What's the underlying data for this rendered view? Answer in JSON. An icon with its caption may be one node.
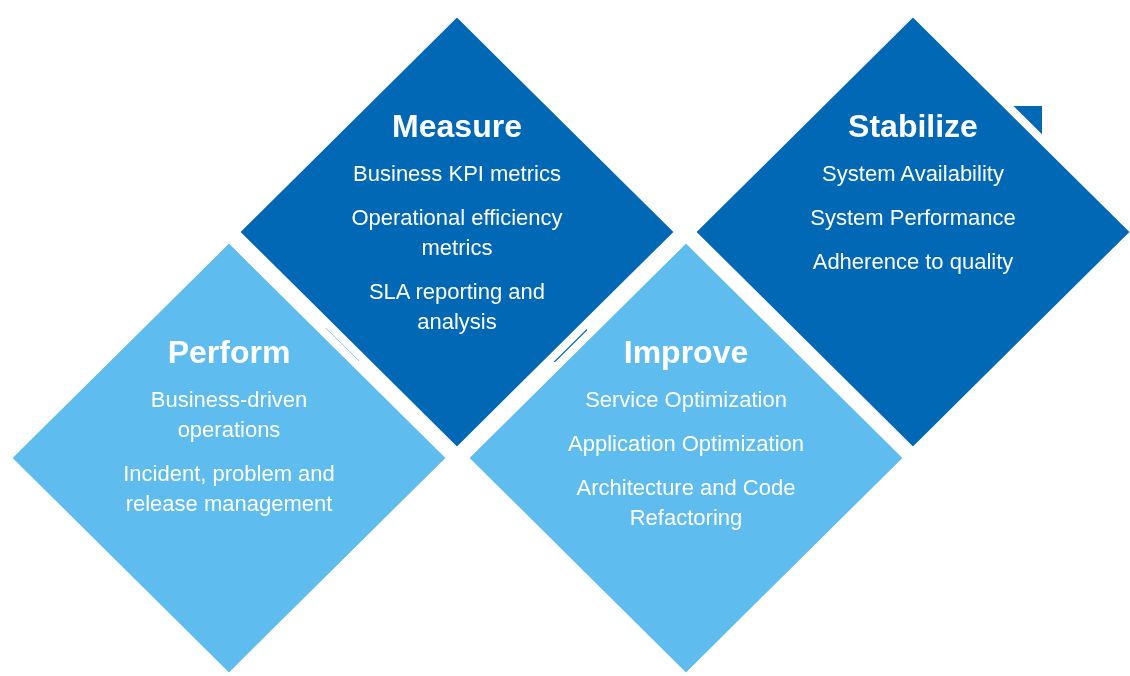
{
  "diagram": {
    "nodes": [
      {
        "text": [
          "Measure",
          "Business KPI metrics",
          "Operational efficiency metrics",
          "SLA reporting and analysis"
        ]
      },
      {
        "text": [
          "Stabilize",
          "System Availability",
          "System Performance",
          "Adherence to quality"
        ]
      },
      {
        "text": [
          "Perform",
          "Business-driven operations",
          "Incident, problem and release management"
        ]
      },
      {
        "text": [
          "Improve",
          "Service Optimization",
          "Application Optimization",
          "Architecture and Code Refactoring"
        ]
      }
    ]
  }
}
